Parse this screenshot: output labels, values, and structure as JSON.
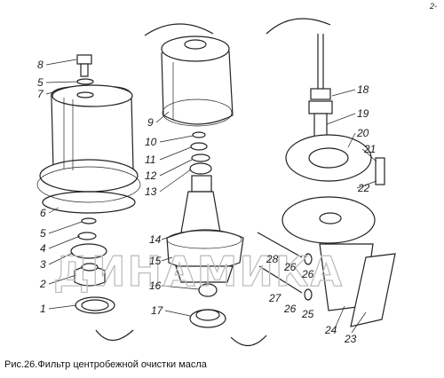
{
  "caption": "Рис.26.Фильтр центробежной очистки масла",
  "watermark": "ДИНАМИКА",
  "corner_mark": "2-",
  "part_labels": {
    "p1": "1",
    "p2": "2",
    "p3": "3",
    "p4": "4",
    "p5a": "5",
    "p5b": "5",
    "p6": "6",
    "p7": "7",
    "p8": "8",
    "p9": "9",
    "p10": "10",
    "p11": "11",
    "p12": "12",
    "p13": "13",
    "p14": "14",
    "p15": "15",
    "p16": "16",
    "p17": "17",
    "p18": "18",
    "p19": "19",
    "p20": "20",
    "p21": "21",
    "p22": "22",
    "p23": "23",
    "p24": "24",
    "p25": "25",
    "p26a": "26",
    "p26b": "26",
    "p26c": "26",
    "p27": "27",
    "p28": "28"
  },
  "colors": {
    "ink": "#222222",
    "watermark": "#bdbdbd",
    "background": "#ffffff"
  }
}
